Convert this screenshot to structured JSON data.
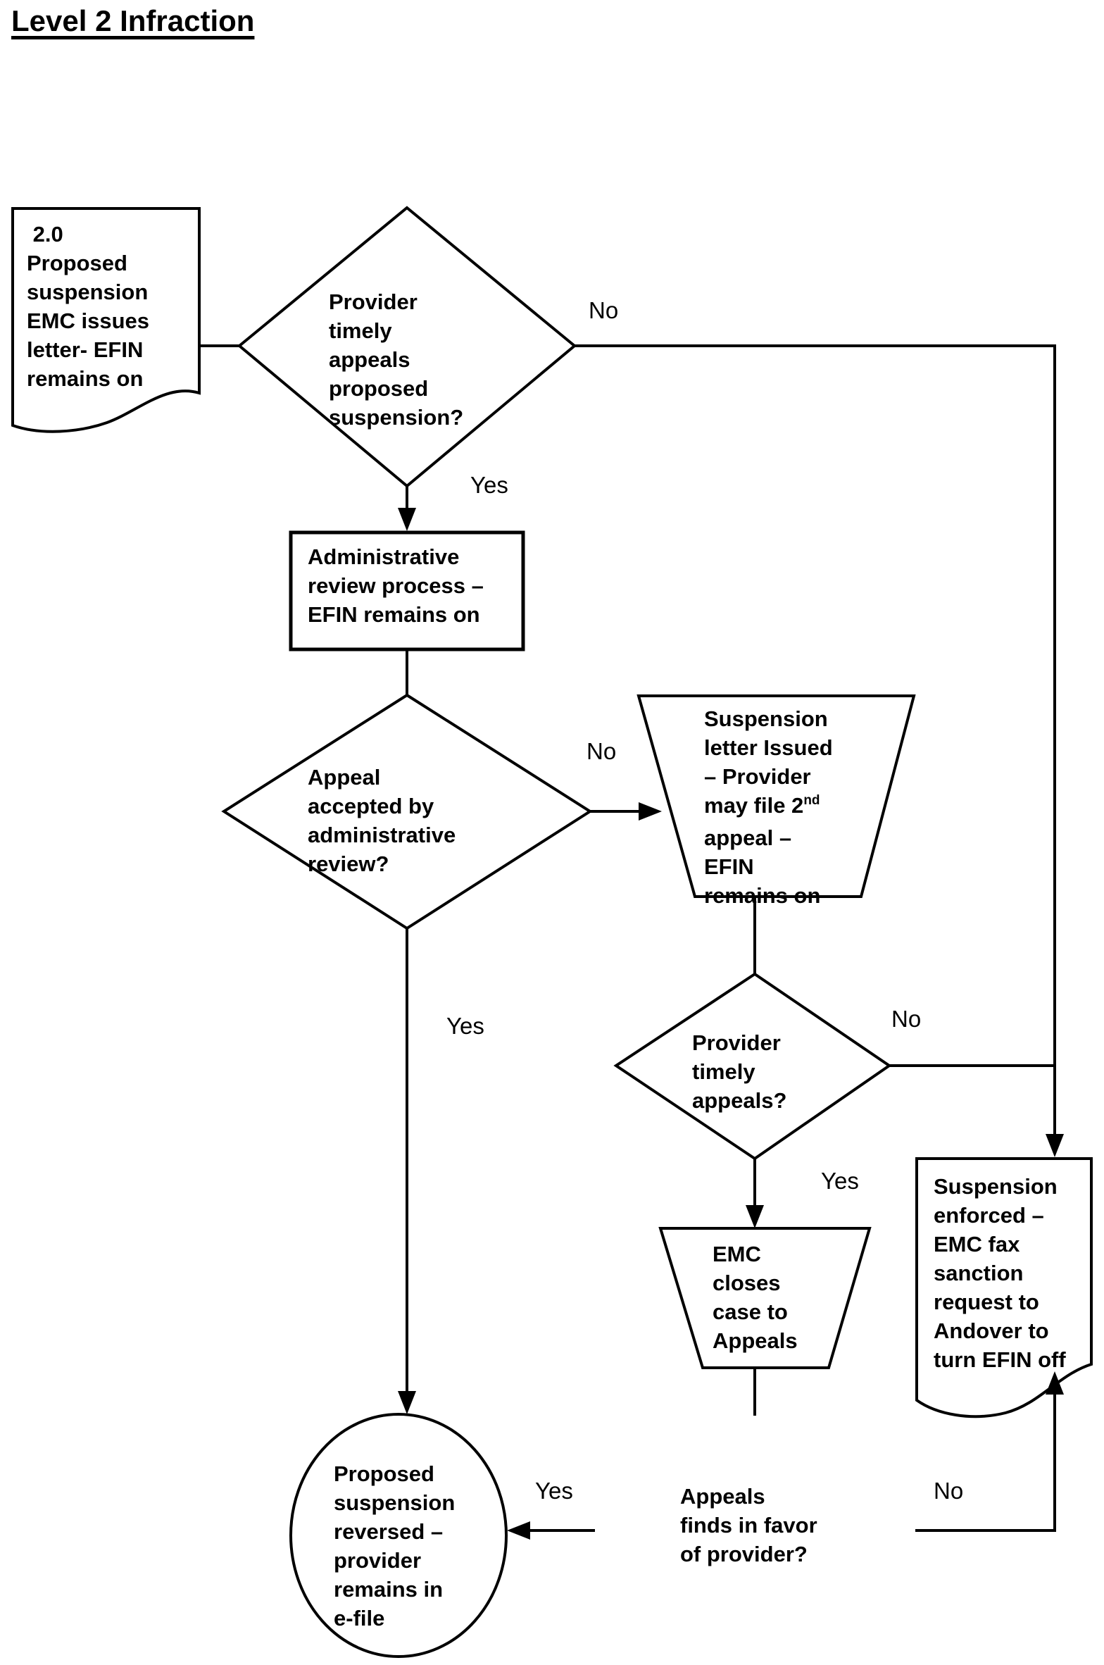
{
  "title": "Level 2 Infraction",
  "colors": {
    "ink": "#000000",
    "background": "#ffffff"
  },
  "labels": {
    "yes": "Yes",
    "no": "No"
  },
  "nodes": {
    "start": {
      "type": "document",
      "text": " 2.0\nProposed\nsuspension\nEMC issues\nletter- EFIN\nremains on"
    },
    "d1": {
      "type": "decision",
      "text": "Provider\ntimely\nappeals\nproposed\nsuspension?"
    },
    "admin_review": {
      "type": "process",
      "text": "Administrative\nreview process –\nEFIN remains on"
    },
    "d2": {
      "type": "decision",
      "text": "Appeal\naccepted by\nadministrative\nreview?"
    },
    "suspension_letter": {
      "type": "manual-operation",
      "text_before_sup": "Suspension\nletter Issued\n– Provider\nmay file 2",
      "sup": "nd",
      "text_after_sup": "\nappeal –\nEFIN\nremains on"
    },
    "d3": {
      "type": "decision",
      "text": "Provider\ntimely\nappeals?"
    },
    "emc_closes": {
      "type": "manual-operation",
      "text": "EMC\ncloses\ncase to\nAppeals"
    },
    "suspension_enforced": {
      "type": "document",
      "text": "Suspension\nenforced –\nEMC fax\nsanction\nrequest to\nAndover to\nturn EFIN off"
    },
    "d4": {
      "type": "decision",
      "text": "Appeals\nfinds in favor\nof provider?"
    },
    "reversed": {
      "type": "terminator",
      "text": "Proposed\nsuspension\nreversed –\nprovider\nremains in\ne-file"
    }
  }
}
